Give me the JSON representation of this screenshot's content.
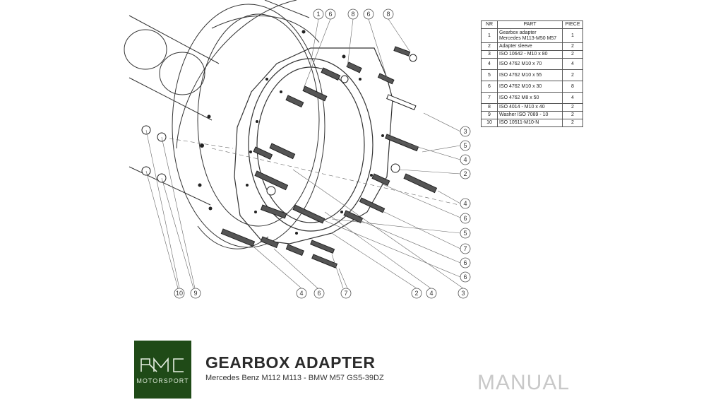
{
  "table": {
    "headers": {
      "nr": "NR",
      "part": "PART",
      "piece": "PIECE"
    },
    "rows": [
      {
        "nr": "1",
        "part": "Gearbox adapter\nMercedes M113-M50 M57",
        "piece": "1"
      },
      {
        "nr": "2",
        "part": "Adapter sleeve",
        "piece": "2"
      },
      {
        "nr": "3",
        "part": "ISO 10642 - M10 x 80",
        "piece": "2"
      },
      {
        "nr": "4",
        "part": "ISO 4762 M10 x 70",
        "piece": "4"
      },
      {
        "nr": "5",
        "part": "ISO 4762 M10 x 55",
        "piece": "2"
      },
      {
        "nr": "6",
        "part": "ISO 4762 M10 x 30",
        "piece": "8"
      },
      {
        "nr": "7",
        "part": "ISO 4762 M8 x 50",
        "piece": "4"
      },
      {
        "nr": "8",
        "part": "ISO 4014 - M10 x 40",
        "piece": "2"
      },
      {
        "nr": "9",
        "part": "Washer ISO 7089 - 10",
        "piece": "2"
      },
      {
        "nr": "10",
        "part": "ISO 10511-M10-N",
        "piece": "2"
      }
    ]
  },
  "callouts": {
    "top": [
      "1",
      "6",
      "8",
      "6",
      "8"
    ],
    "right": [
      "3",
      "5",
      "4",
      "2",
      "4",
      "6",
      "5",
      "7",
      "6",
      "6"
    ],
    "bottom": [
      "10",
      "9",
      "4",
      "6",
      "7",
      "2",
      "4",
      "3"
    ]
  },
  "logo": {
    "mark": "PMC",
    "sub": "MOTORSPORT"
  },
  "title": "GEARBOX ADAPTER",
  "subtitle": "Mercedes Benz M112 M113 - BMW M57 GS5-39DZ",
  "manual_label": "MANUAL"
}
